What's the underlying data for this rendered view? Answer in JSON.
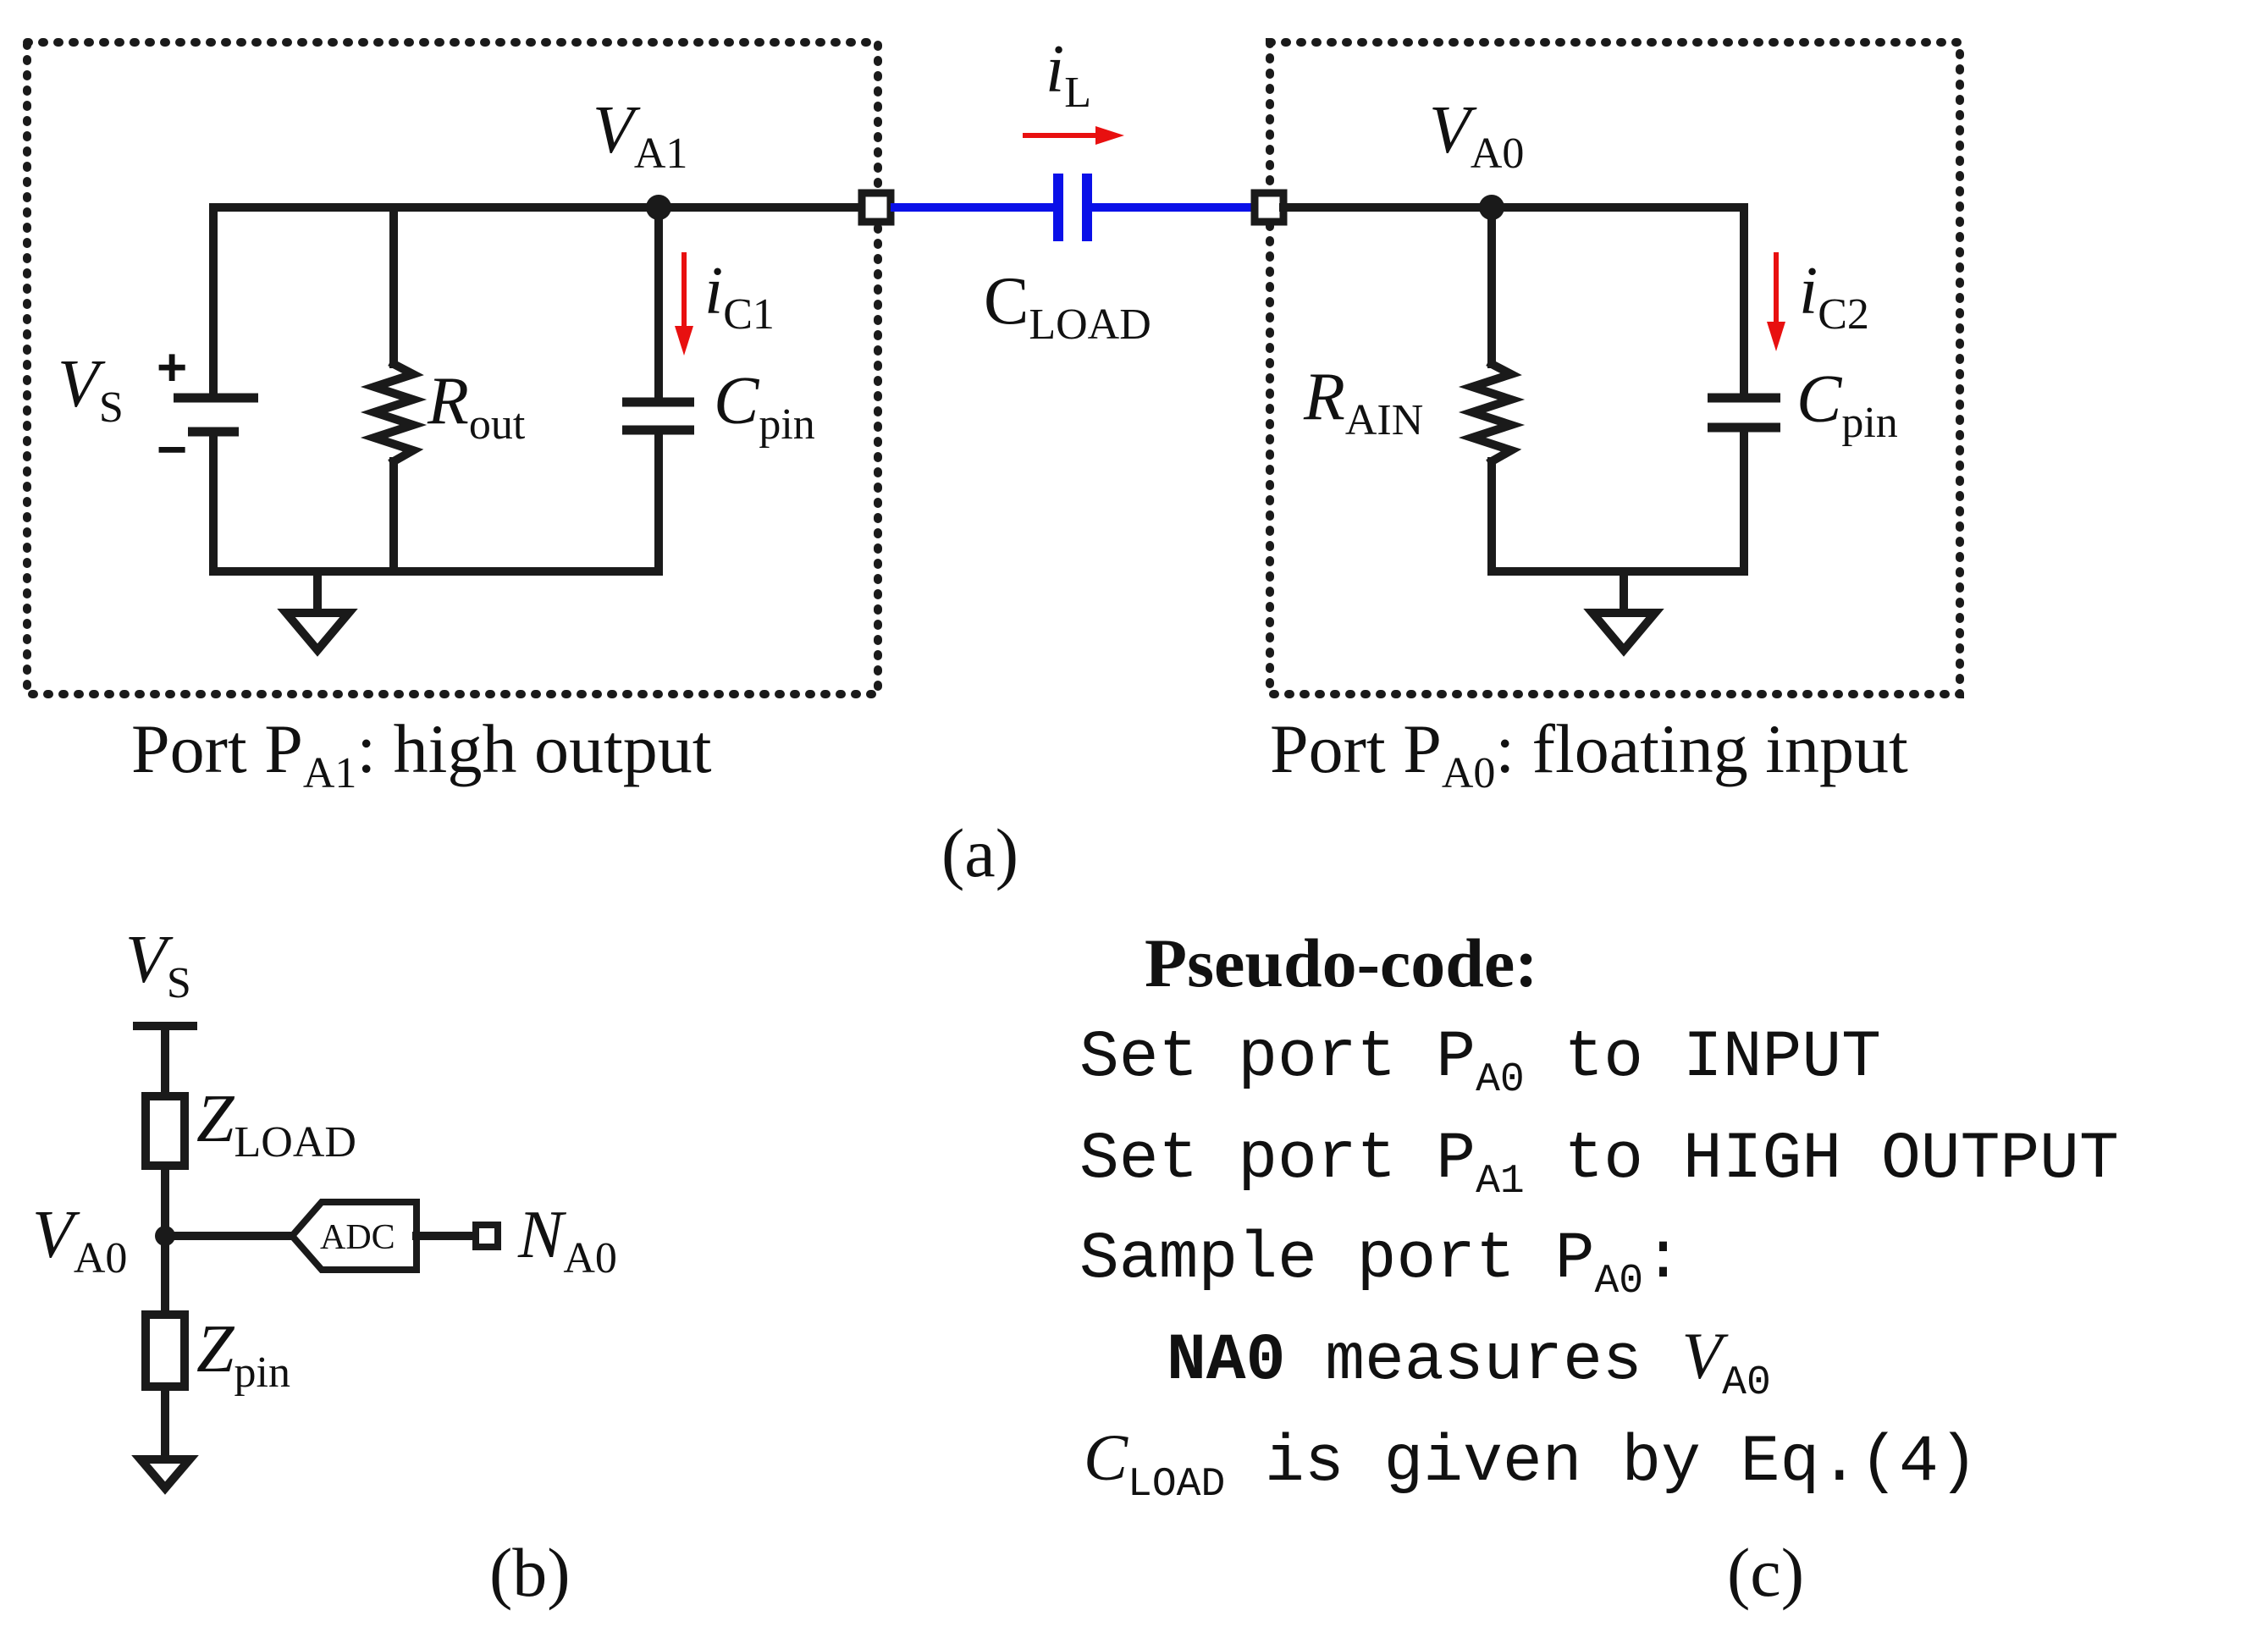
{
  "panel_a": {
    "label": "(a)",
    "left_port_caption": {
      "prefix": "Port P",
      "sub": "A1",
      "suffix": ": high output"
    },
    "right_port_caption": {
      "prefix": "Port P",
      "sub": "A0",
      "suffix": ": floating input"
    },
    "va1": {
      "main": "V",
      "sub": "A1"
    },
    "va0": {
      "main": "V",
      "sub": "A0"
    },
    "vs": {
      "main": "V",
      "sub": "S"
    },
    "vs_plus": "+",
    "vs_minus": "−",
    "rout": {
      "main": "R",
      "sub": "out"
    },
    "cpin_left": {
      "main": "C",
      "sub": "pin"
    },
    "cpin_right": {
      "main": "C",
      "sub": "pin"
    },
    "rain": {
      "main": "R",
      "sub": "AIN"
    },
    "cload": {
      "main": "C",
      "sub": "LOAD"
    },
    "il": {
      "main": "i",
      "sub": "L"
    },
    "ic1": {
      "main": "i",
      "sub": "C1"
    },
    "ic2": {
      "main": "i",
      "sub": "C2"
    },
    "colors": {
      "wire": "#1a1a1a",
      "load_wire": "#0a10e8",
      "current_arrow": "#e81010"
    }
  },
  "panel_b": {
    "label": "(b)",
    "vs": {
      "main": "V",
      "sub": "S"
    },
    "zload": {
      "main": "Z",
      "sub": "LOAD"
    },
    "va0": {
      "main": "V",
      "sub": "A0"
    },
    "zpin": {
      "main": "Z",
      "sub": "pin"
    },
    "adc": "ADC",
    "na0": {
      "main": "N",
      "sub": "A0"
    }
  },
  "panel_c": {
    "label": "(c)",
    "title": "Pseudo-code:",
    "line1": {
      "a": "Set port P",
      "sub": "A0",
      "b": " to INPUT"
    },
    "line2": {
      "a": "Set port P",
      "sub": "A1",
      "b": " to HIGH OUTPUT"
    },
    "line3": {
      "a": "Sample port P",
      "sub": "A0",
      "b": ":"
    },
    "line4": {
      "bold": "NA0",
      "a": " measures ",
      "var": "V",
      "sub": "A0"
    },
    "line5": {
      "var": "C",
      "sub": "LOAD",
      "a": " is given by Eq.(4)"
    }
  }
}
